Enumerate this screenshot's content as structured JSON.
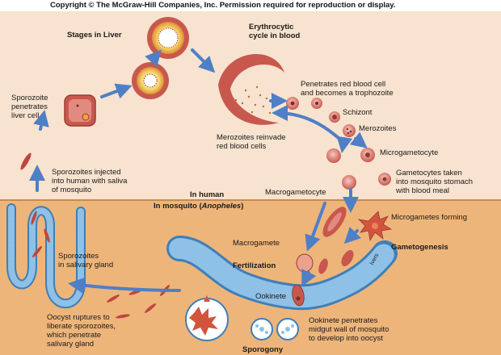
{
  "copyright": "Copyright © The McGraw-Hill Companies, Inc. Permission required for reproduction or display.",
  "region_human": "In human",
  "region_mosquito": "In mosquito (",
  "region_mosquito_species": "Anopheles",
  "region_mosquito_close": ")",
  "labels": {
    "stages_in_liver": "Stages in Liver",
    "erythrocytic_cycle": "Erythrocytic\ncycle in blood",
    "sporozoite_penetrates": "Sporozoite\npenetrates\nliver cell",
    "penetrates_rbc": "Penetrates red blood cell\nand becomes a trophozoite",
    "schizont": "Schizont",
    "merozoites": "Merozoites",
    "merozoites_reinvade": "Merozoites reinvade\nred blood cells",
    "microgametocyte": "Microgametocyte",
    "sporozoites_injected": "Sporozoites injected\ninto human with saliva\nof mosquito",
    "gametocytes_taken": "Gametocytes taken\ninto mosquito stomach\nwith blood meal",
    "macrogametocyte": "Macrogametocyte",
    "microgametes_forming": "Microgametes forming",
    "gametogenesis": "Gametogenesis",
    "macrogamete": "Macrogamete",
    "fertilization": "Fertilization",
    "sporozoites_salivary": "Sporozoites\nin salivary gland",
    "ookinete": "Ookinete",
    "oocyst_ruptures": "Oocyst ruptures to\nliberate sporozoites,\nwhich penetrate\nsalivary gland",
    "ookinete_penetrates": "Ookinete penetrates\nmidgut wall of mosquito\nto develop into oocyst",
    "sporogony": "Sporogony",
    "gut_tag": "Ivers"
  },
  "colors": {
    "human_bg": "#f7e3cf",
    "mosquito_bg": "#eeb57a",
    "divider": "#c98a4e",
    "arrow": "#4f7fc6",
    "rbc": "#c8584e",
    "rbc_light": "#f1b0a6",
    "liver_ring": "#cf6d1f",
    "gut_blue": "#8fc0e6",
    "gut_dark": "#3f7fb8",
    "sporozoite": "#c0453e"
  }
}
